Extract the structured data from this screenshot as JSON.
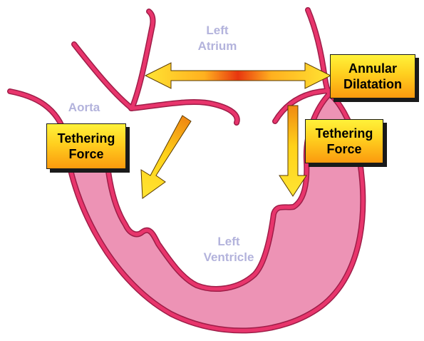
{
  "labels": {
    "left_atrium": [
      "Left",
      "Atrium"
    ],
    "aorta": "Aorta",
    "left_ventricle": [
      "Left",
      "Ventricle"
    ]
  },
  "callouts": {
    "annular_dilatation": [
      "Annular",
      "Dilatation"
    ],
    "tethering_force_left": [
      "Tethering",
      "Force"
    ],
    "tethering_force_right": [
      "Tethering",
      "Force"
    ]
  },
  "colors": {
    "heart_wall": "#e8356c",
    "wall_outline": "#9e1d48",
    "myocardium_fill": "#ed93b5",
    "region_text": "#b3b3dc",
    "arrow_yellow": "#ffd21a",
    "arrow_orange": "#f38a12",
    "arrow_red": "#e2300e"
  }
}
